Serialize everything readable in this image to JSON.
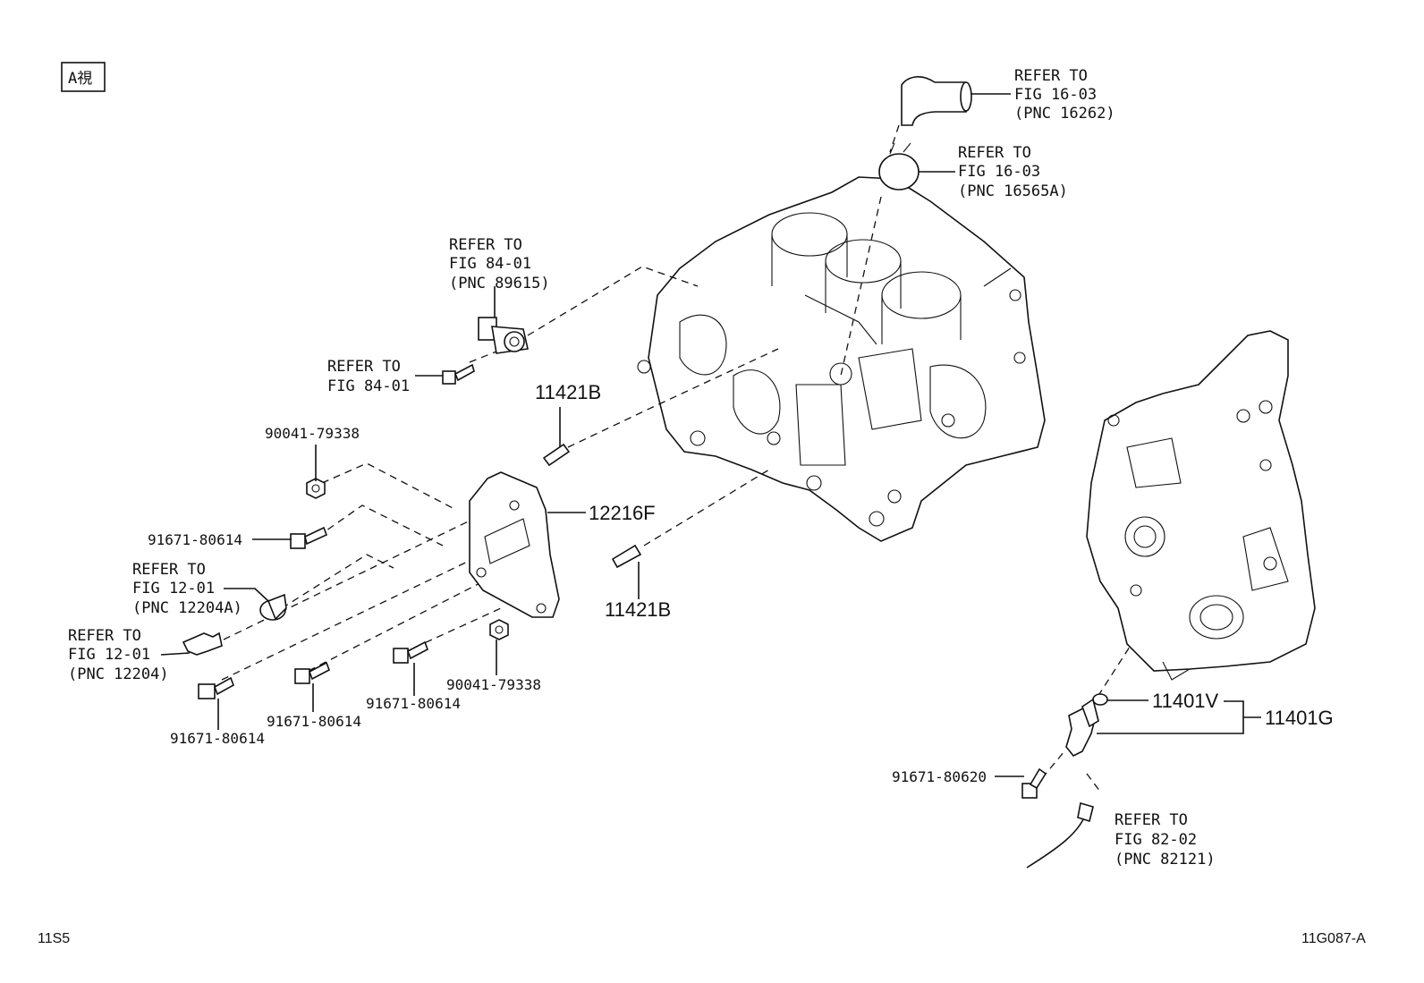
{
  "view_tag": "A視",
  "footer": {
    "left": "11S5",
    "right": "11G087-A"
  },
  "refs": {
    "hose_16262": [
      "REFER TO",
      "FIG 16-03",
      "(PNC 16262)"
    ],
    "clamp_16565a": [
      "REFER TO",
      "FIG 16-03",
      "(PNC 16565A)"
    ],
    "knock_89615": [
      "REFER TO",
      "FIG 84-01",
      "(PNC 89615)"
    ],
    "bolt_84": [
      "REFER TO",
      "FIG 84-01"
    ],
    "plug_12204a": [
      "REFER TO",
      "FIG 12-01",
      "(PNC 12204A)"
    ],
    "pipe_12204": [
      "REFER TO",
      "FIG 12-01",
      "(PNC 12204)"
    ],
    "wire_82121": [
      "REFER TO",
      "FIG 82-02",
      "(PNC 82121)"
    ]
  },
  "parts": {
    "stud_top": "11421B",
    "stud_bottom": "11421B",
    "cover": "12216F",
    "nut_top": "90041-79338",
    "nut_bottom": "90041-79338",
    "bolt_a": "91671-80614",
    "bolt_b": "91671-80614",
    "bolt_c": "91671-80614",
    "bolt_d": "91671-80614",
    "oring": "11401V",
    "sensor_set": "11401G",
    "bolt_sensor": "91671-80620"
  }
}
